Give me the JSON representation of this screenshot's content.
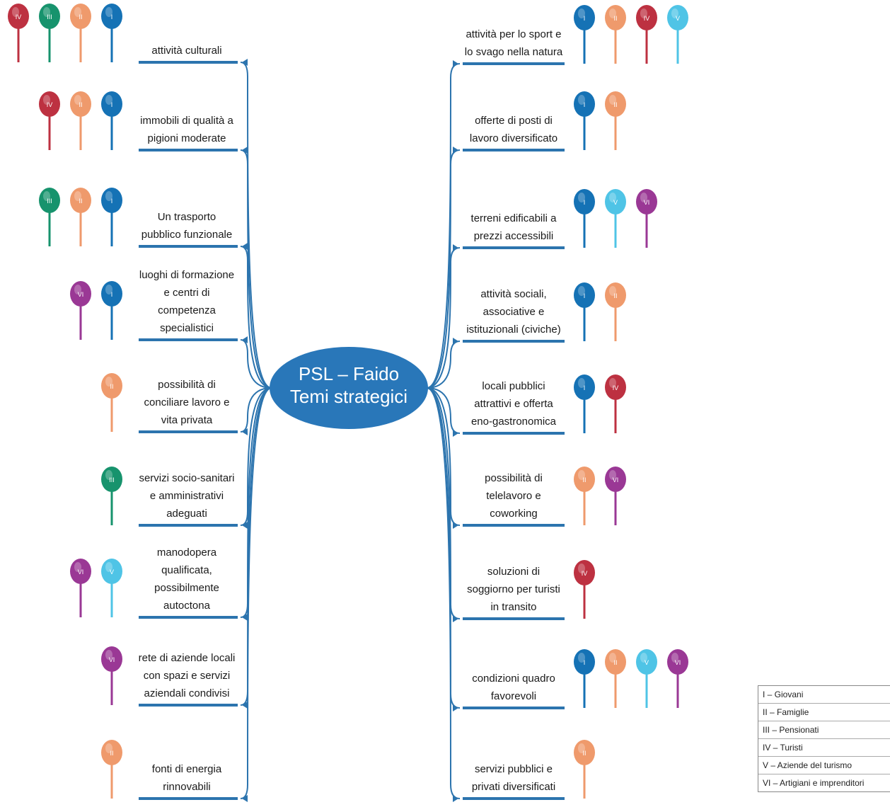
{
  "center": {
    "lines": [
      "PSL – Faido",
      "Temi strategici"
    ]
  },
  "colors": {
    "I": "#1572b5",
    "II": "#ef9a6c",
    "III": "#17936d",
    "IV": "#bd3141",
    "V": "#4fc4e6",
    "VI": "#9a3895",
    "branch": "#2c74ae",
    "center": "#2977b9"
  },
  "left_topics": [
    {
      "lines": [
        "attività culturali"
      ],
      "markers": [
        "IV",
        "III",
        "II",
        "I"
      ]
    },
    {
      "lines": [
        "immobili di qualità a",
        "pigioni moderate"
      ],
      "markers": [
        "IV",
        "II",
        "I"
      ]
    },
    {
      "lines": [
        "Un trasporto",
        "pubblico funzionale"
      ],
      "markers": [
        "III",
        "II",
        "I"
      ]
    },
    {
      "lines": [
        "luoghi di formazione",
        "e centri di",
        "competenza",
        "specialistici"
      ],
      "markers": [
        "VI",
        "I"
      ]
    },
    {
      "lines": [
        "possibilità di",
        "conciliare lavoro e",
        "vita privata"
      ],
      "markers": [
        "II"
      ]
    },
    {
      "lines": [
        "servizi socio-sanitari",
        "e amministrativi",
        "adeguati"
      ],
      "markers": [
        "III"
      ]
    },
    {
      "lines": [
        "manodopera",
        "qualificata,",
        "possibilmente",
        "autoctona"
      ],
      "markers": [
        "VI",
        "V"
      ]
    },
    {
      "lines": [
        "rete di aziende locali",
        "con spazi e servizi",
        "aziendali condivisi"
      ],
      "markers": [
        "VI"
      ]
    },
    {
      "lines": [
        "fonti di energia",
        "rinnovabili"
      ],
      "markers": [
        "II"
      ]
    }
  ],
  "right_topics": [
    {
      "lines": [
        "attività per lo sport e",
        "lo svago nella natura"
      ],
      "markers": [
        "I",
        "II",
        "IV",
        "V"
      ]
    },
    {
      "lines": [
        "offerte di posti di",
        "lavoro diversificato"
      ],
      "markers": [
        "I",
        "II"
      ]
    },
    {
      "lines": [
        "terreni edificabili a",
        "prezzi accessibili"
      ],
      "markers": [
        "I",
        "V",
        "VI"
      ]
    },
    {
      "lines": [
        "attività sociali,",
        "associative e",
        "istituzionali (civiche)"
      ],
      "markers": [
        "I",
        "II"
      ]
    },
    {
      "lines": [
        "locali pubblici",
        "attrattivi e offerta",
        "eno-gastronomica"
      ],
      "markers": [
        "I",
        "IV"
      ]
    },
    {
      "lines": [
        "possibilità di",
        "telelavoro e",
        "coworking"
      ],
      "markers": [
        "II",
        "VI"
      ]
    },
    {
      "lines": [
        "soluzioni di",
        "soggiorno per turisti",
        "in transito"
      ],
      "markers": [
        "IV"
      ]
    },
    {
      "lines": [
        "condizioni quadro",
        "favorevoli"
      ],
      "markers": [
        "I",
        "II",
        "V",
        "VI"
      ]
    },
    {
      "lines": [
        "servizi pubblici e",
        "privati diversificati"
      ],
      "markers": [
        "II"
      ]
    }
  ],
  "legend": {
    "items": [
      "I – Giovani",
      "II – Famiglie",
      "III – Pensionati",
      "IV – Turisti",
      "V – Aziende del turismo",
      "VI – Artigiani e imprenditori"
    ]
  }
}
